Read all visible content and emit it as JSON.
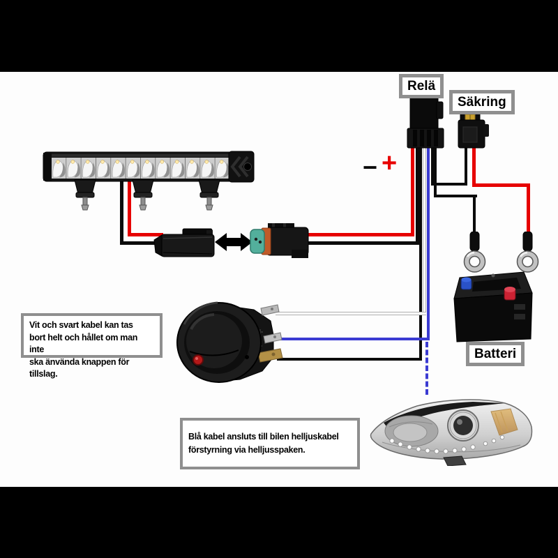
{
  "diagram": {
    "relay_label": "Relä",
    "fuse_label": "Säkring",
    "battery_label": "Batteri",
    "minus_symbol": "−",
    "plus_symbol": "+",
    "switch_note": "Vit och svart kabel kan tas\nbort helt och hållet om man inte\nska änvända knappen för tillslag.",
    "highbeam_note": "Blå kabel ansluts till bilen helljuskabel\nförstyrning via helljusspaken.",
    "colors": {
      "positive_wire": "#e60000",
      "ground_wire": "#0b0b0b",
      "switch_feed_wire": "#ffffff",
      "highbeam_trigger_wire": "#3b3bd2",
      "label_border": "#8f8f8f"
    }
  }
}
